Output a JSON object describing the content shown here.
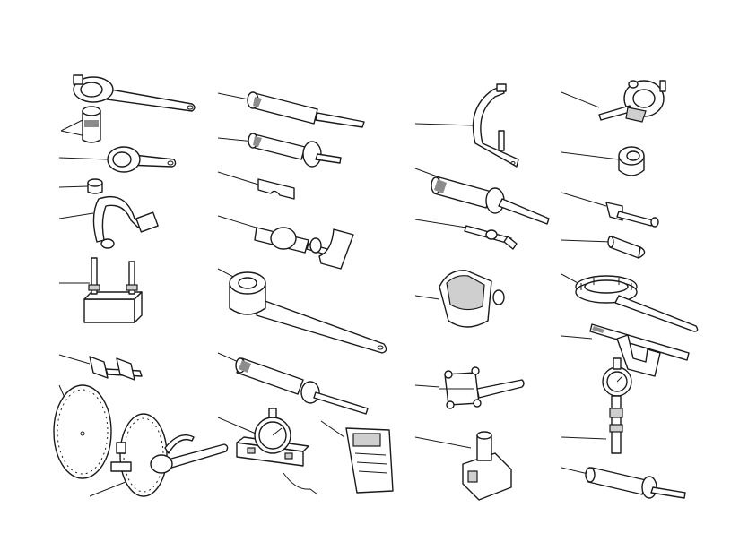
{
  "figure": {
    "type": "tool-set-illustration",
    "columns": 4,
    "line_color": "#1a1a1a",
    "shade_color": "#8c8c8c",
    "background": "#ffffff",
    "tools": [
      {
        "column": 1,
        "icon": "ring-spanner-with-socket"
      },
      {
        "column": 1,
        "icon": "socket-insert"
      },
      {
        "column": 1,
        "icon": "ring-holder-wrench"
      },
      {
        "column": 1,
        "icon": "small-nut"
      },
      {
        "column": 1,
        "icon": "hook-crank"
      },
      {
        "column": 1,
        "icon": "two-stud-bracket"
      },
      {
        "column": 1,
        "icon": "double-pin-plate"
      },
      {
        "column": 1,
        "icon": "degree-wheel"
      },
      {
        "column": 1,
        "icon": "degree-wheel-with-bracket"
      },
      {
        "column": 2,
        "icon": "long-drift"
      },
      {
        "column": 2,
        "icon": "stepped-drift"
      },
      {
        "column": 2,
        "icon": "u-plate"
      },
      {
        "column": 2,
        "icon": "t-handle-puller"
      },
      {
        "column": 2,
        "icon": "socket-spanner"
      },
      {
        "column": 2,
        "icon": "installer-drift"
      },
      {
        "column": 2,
        "icon": "dial-gauge-on-bar"
      },
      {
        "column": 2,
        "icon": "digital-meter"
      },
      {
        "column": 3,
        "icon": "c-clamp"
      },
      {
        "column": 3,
        "icon": "long-installer"
      },
      {
        "column": 3,
        "icon": "thin-rod"
      },
      {
        "column": 3,
        "icon": "gauge-housing"
      },
      {
        "column": 3,
        "icon": "four-bolt-flange-bar"
      },
      {
        "column": 3,
        "icon": "base-block-with-post"
      },
      {
        "column": 4,
        "icon": "spring-compressor"
      },
      {
        "column": 4,
        "icon": "ring-bushing"
      },
      {
        "column": 4,
        "icon": "bracket-pin"
      },
      {
        "column": 4,
        "icon": "plug-adapter"
      },
      {
        "column": 4,
        "icon": "notched-ring-spanner"
      },
      {
        "column": 4,
        "icon": "bar-with-bridge"
      },
      {
        "column": 4,
        "icon": "dial-indicator-on-stem"
      },
      {
        "column": 4,
        "icon": "handle-drift"
      }
    ]
  }
}
